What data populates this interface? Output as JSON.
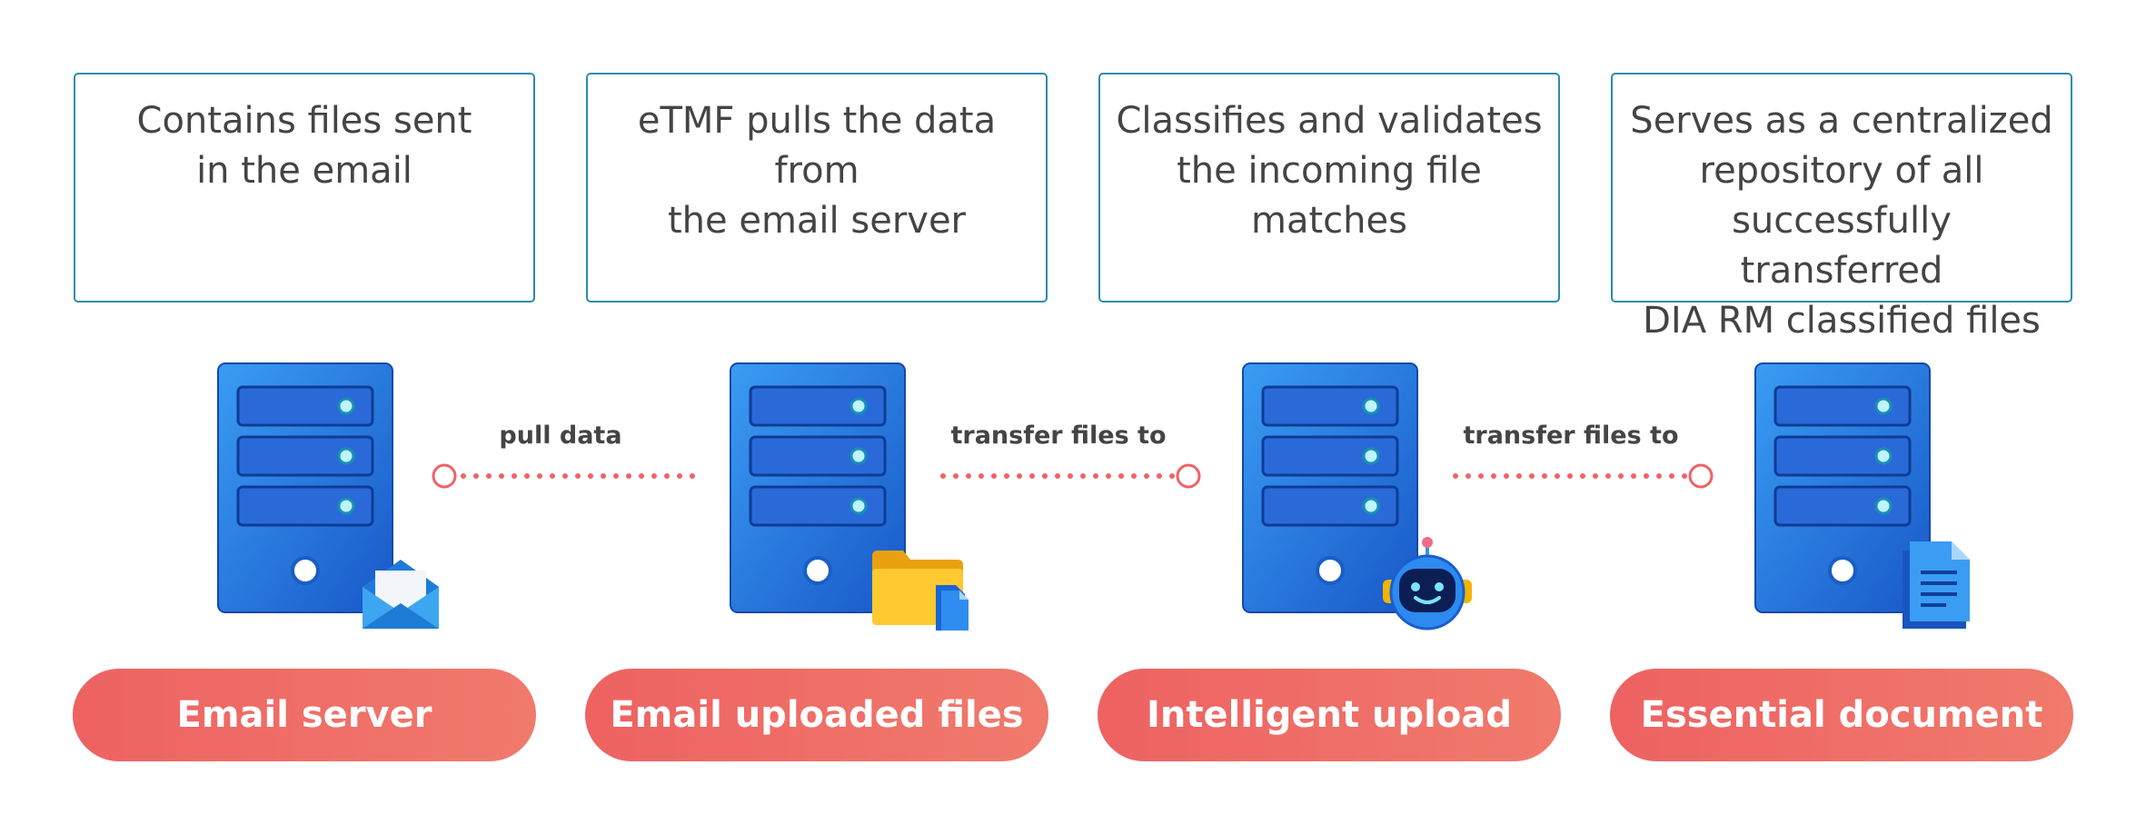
{
  "descriptions": [
    "Contains files sent\nin the email",
    "eTMF pulls the data from\nthe email server",
    "Classifies and validates\nthe incoming file matches",
    "Serves as a centralized\nrepository of all\nsuccessfully transferred\nDIA RM classified files"
  ],
  "stages": [
    {
      "label": "Email server",
      "badge": "envelope-icon"
    },
    {
      "label": "Email uploaded files",
      "badge": "folder-icon"
    },
    {
      "label": "Intelligent upload",
      "badge": "robot-icon"
    },
    {
      "label": "Essential document",
      "badge": "document-icon"
    }
  ],
  "connectors": [
    {
      "label": "pull data"
    },
    {
      "label": "transfer files to"
    },
    {
      "label": "transfer files to"
    }
  ],
  "colors": {
    "box_border": "#2a8cb0",
    "pill": "#ef6b66",
    "server_blue": "#1e6fd9",
    "connector": "#ef6366"
  }
}
